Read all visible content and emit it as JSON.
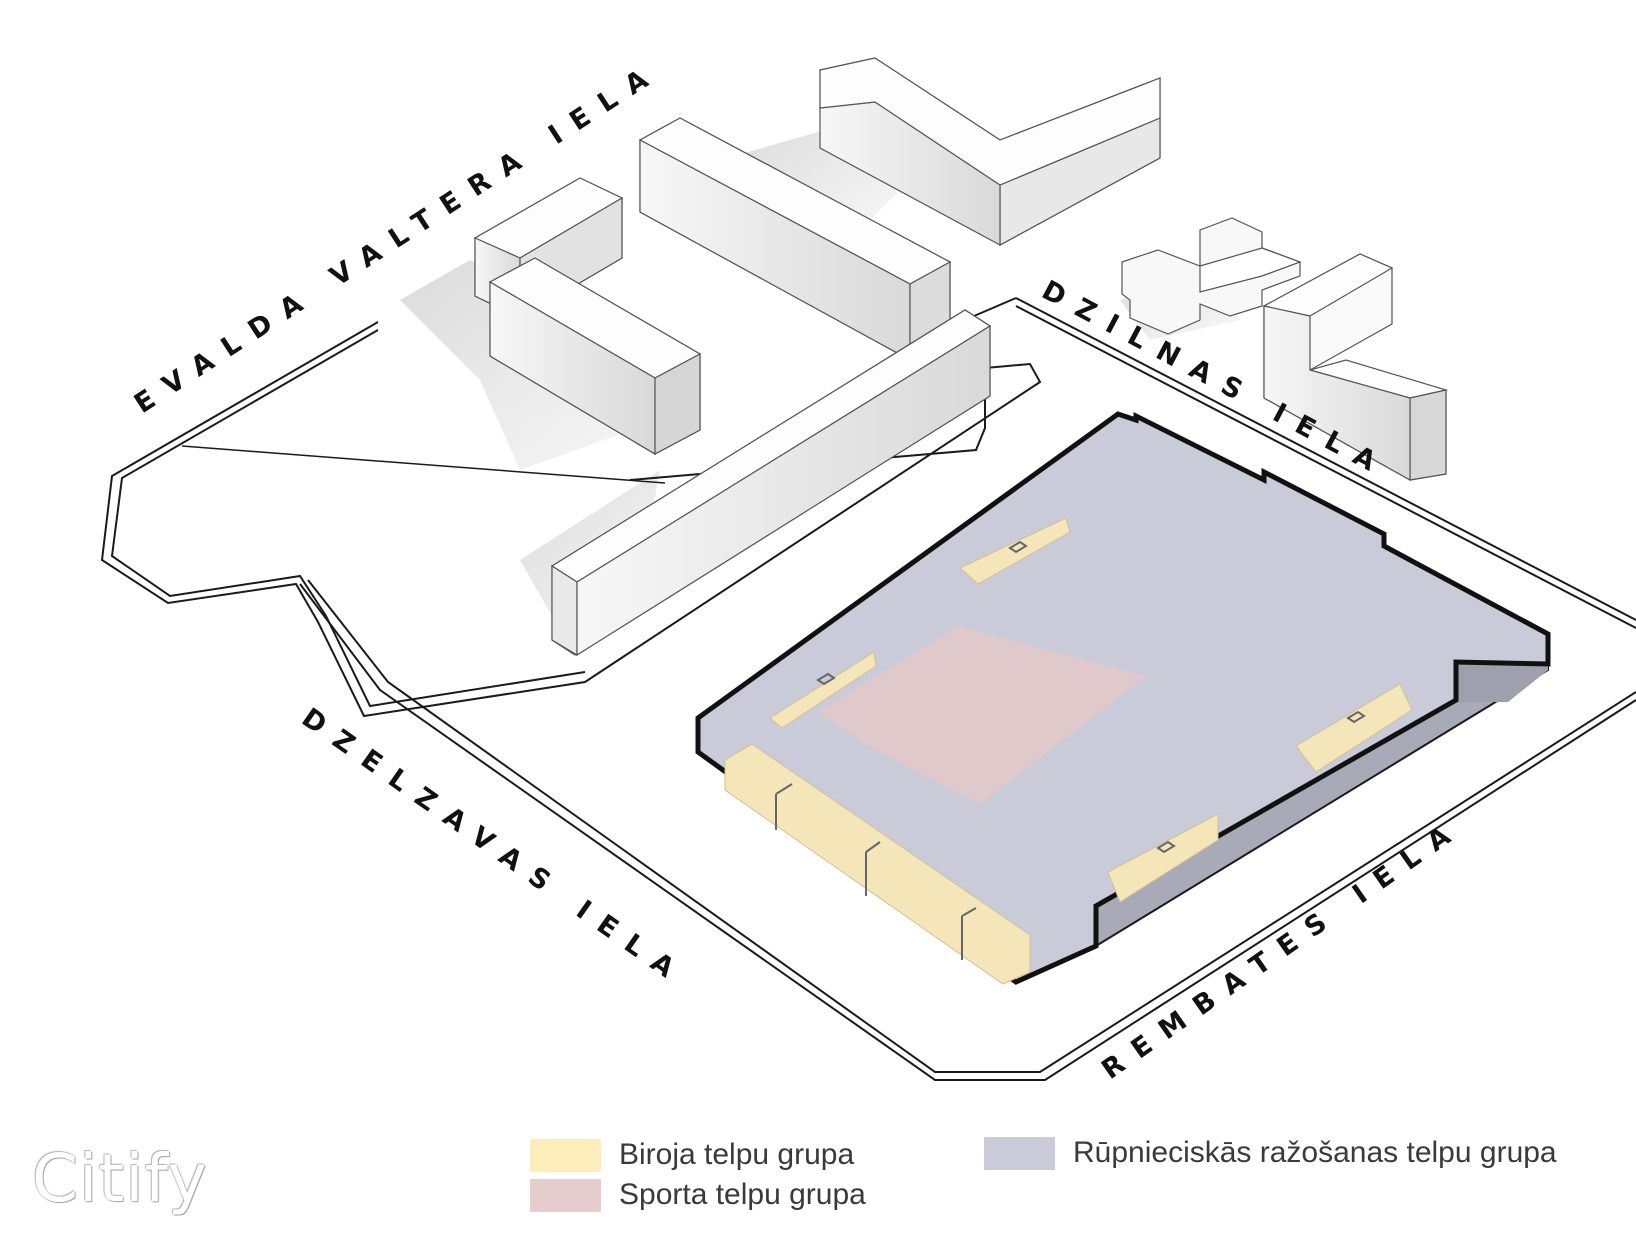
{
  "streets": {
    "evalda_valtera": "EVALDA VALTERA IELA",
    "dzilnas": "DZILNAS IELA",
    "dzelzavas": "DZELZAVAS IELA",
    "rembates": "REMBATES IELA"
  },
  "legend": {
    "office": {
      "label": "Biroja telpu grupa",
      "color": "#fbeebb"
    },
    "sport": {
      "label": "Sporta telpu grupa",
      "color": "#e6cdcd"
    },
    "industrial": {
      "label": "Rūpnieciskās ražošanas telpu grupa",
      "color": "#c9cbd8"
    }
  },
  "watermark": "Citify"
}
